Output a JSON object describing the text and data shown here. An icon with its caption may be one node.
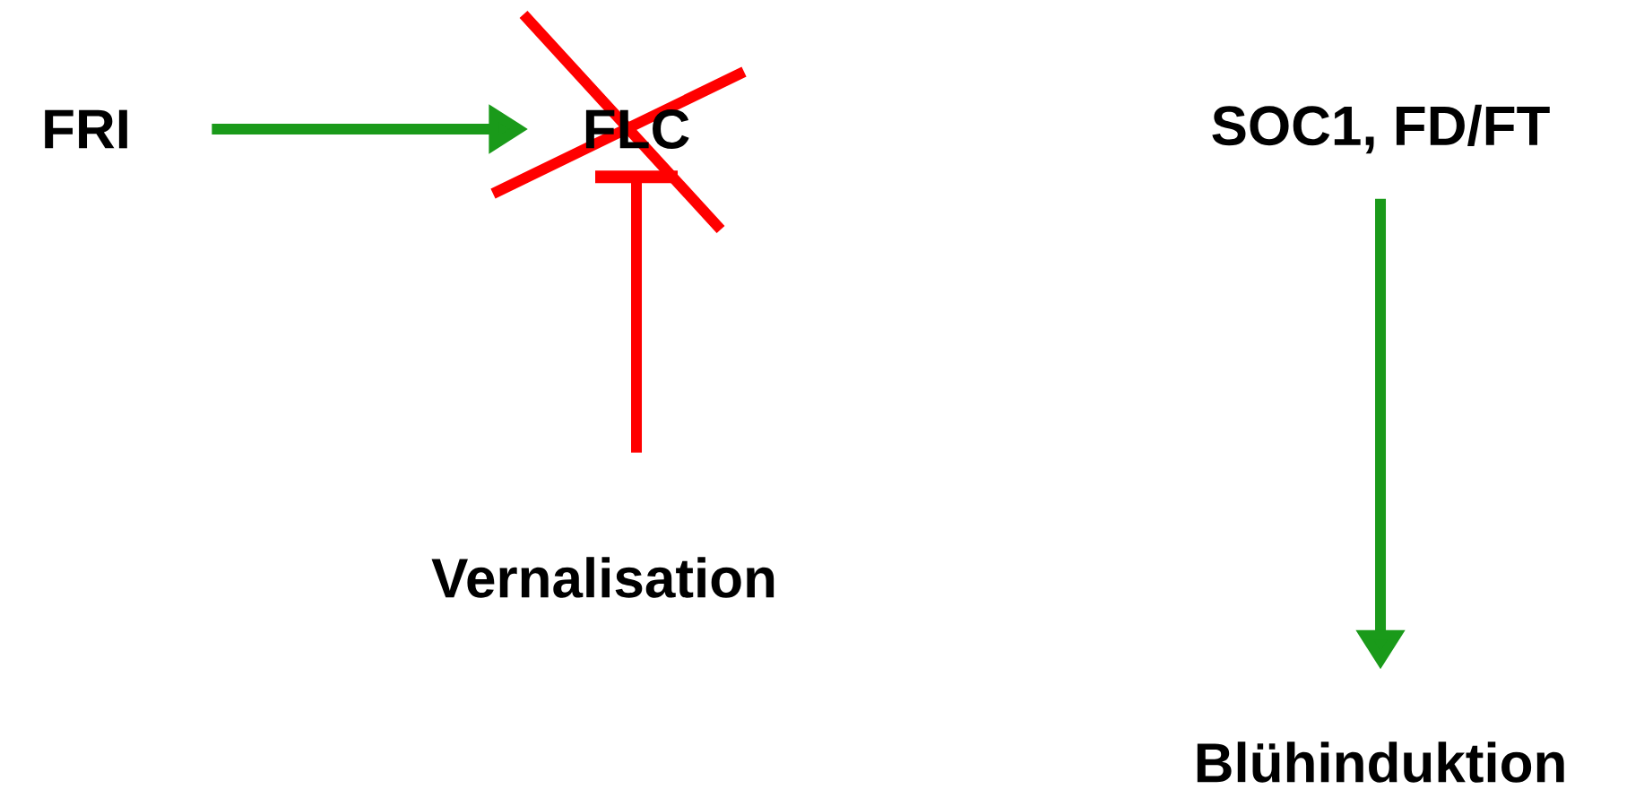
{
  "diagram": {
    "nodes": [
      {
        "text": [
          "FRI"
        ]
      },
      {
        "text": [
          "FLC"
        ]
      },
      {
        "text": [
          "SOC1, FD/FT"
        ]
      },
      {
        "text": [
          "Vernalisation"
        ]
      },
      {
        "text": [
          "Blühinduktion"
        ]
      }
    ],
    "edges": [
      {
        "from": 0,
        "to": 1,
        "arrow": "to",
        "color": "#1a9a1a"
      },
      {
        "from": 3,
        "to": 1,
        "arrow": "other",
        "color": "#ff0000"
      },
      {
        "from": 2,
        "to": 4,
        "arrow": "to",
        "color": "#1a9a1a"
      }
    ]
  }
}
